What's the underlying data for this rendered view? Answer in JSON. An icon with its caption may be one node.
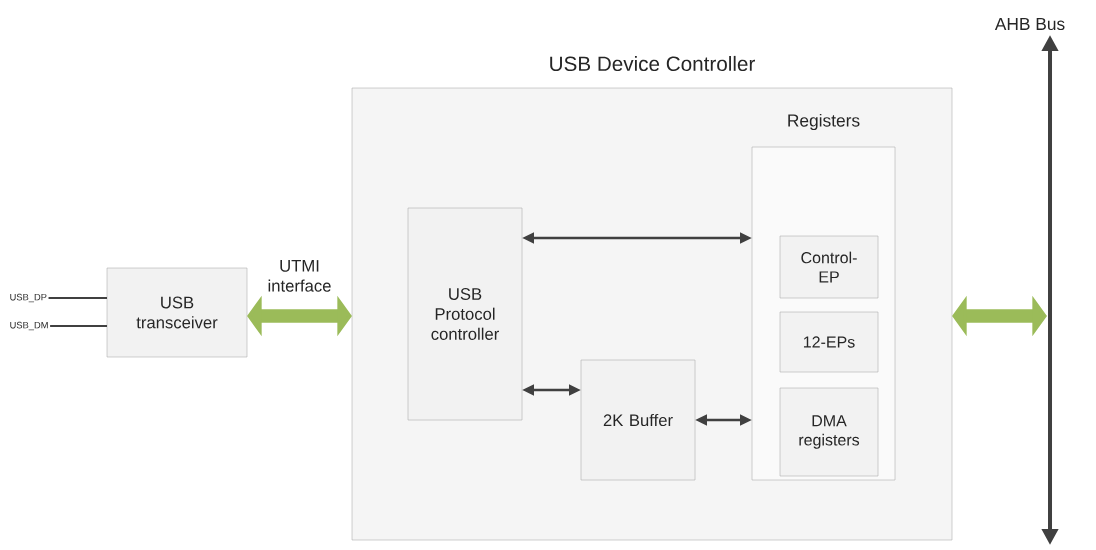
{
  "diagram": {
    "nodes": [
      {
        "text": [
          "USB_DP"
        ]
      },
      {
        "text": [
          "USB_DM"
        ]
      },
      {
        "text": [
          "USB transceiver"
        ]
      },
      {
        "text": [
          "USB Device Controller"
        ]
      },
      {
        "text": [
          "USB Protocol controller"
        ],
        "in": 3
      },
      {
        "text": [
          "Registers"
        ],
        "in": 3
      },
      {
        "text": [
          "Control-EP"
        ],
        "in": 5
      },
      {
        "text": [
          "12-EPs"
        ],
        "in": 5
      },
      {
        "text": [
          "DMA registers"
        ],
        "in": 5
      },
      {
        "text": [
          "2K Buffer"
        ],
        "in": 3
      },
      {
        "text": [
          "AHB Bus"
        ]
      }
    ],
    "edges": [
      {
        "from": 0,
        "to": 2,
        "arrow": "none"
      },
      {
        "from": 1,
        "to": 2,
        "arrow": "none"
      },
      {
        "from": 2,
        "to": 3,
        "arrow": "both",
        "label": "UTMI interface",
        "style": "thick",
        "color": "#9bbb59"
      },
      {
        "from": 4,
        "to": 5,
        "arrow": "both"
      },
      {
        "from": 4,
        "to": 9,
        "arrow": "both"
      },
      {
        "from": 9,
        "to": 5,
        "arrow": "both"
      },
      {
        "from": 3,
        "to": 10,
        "arrow": "both",
        "style": "thick",
        "color": "#9bbb59"
      }
    ]
  }
}
